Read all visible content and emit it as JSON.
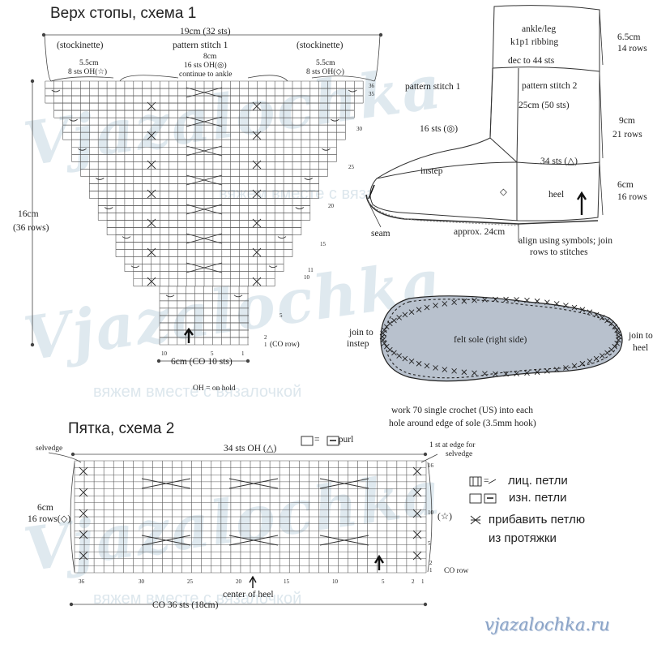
{
  "watermark": {
    "brand": "Vjazalochka",
    "tagline": "вяжем вместе с вязалочкой"
  },
  "chart1": {
    "title": "Верх стопы, схема 1",
    "width_label": "19cm (32 sts)",
    "left_section": {
      "name": "(stockinette)",
      "size": "5.5cm",
      "sts": "8 sts OH(☆)"
    },
    "middle_section": {
      "name": "pattern stitch 1",
      "size": "8cm",
      "sts": "16 sts OH(◎)",
      "note": "continue to ankle"
    },
    "right_section": {
      "name": "(stockinette)",
      "size": "5.5cm",
      "sts": "8 sts OH(◇)"
    },
    "height_label": "16cm",
    "height_rows": "(36 rows)",
    "row_numbers": [
      "36",
      "35",
      "30",
      "25",
      "20",
      "15",
      "11",
      "10",
      "5",
      "2",
      "1"
    ],
    "co_row_label": "(CO row)",
    "bottom_numbers": [
      "10",
      "5",
      "1"
    ],
    "bottom_width": "6cm (CO 10 sts)",
    "oh_legend": "OH = on hold"
  },
  "boot": {
    "ankle": "ankle/leg",
    "ribbing": "k1p1 ribbing",
    "dec": "dec to 44 sts",
    "top_size": "6.5cm",
    "top_rows": "14 rows",
    "ps1": "pattern stitch 1",
    "ps2": "pattern stitch 2",
    "circ": "25cm (50 sts)",
    "mid_size": "9cm",
    "mid_rows": "21 rows",
    "sts16": "16 sts (◎)",
    "sts34": "34 sts (△)",
    "instep": "instep",
    "heel": "heel",
    "heel_size": "6cm",
    "heel_rows": "16 rows",
    "seam": "seam",
    "length": "approx. 24cm",
    "align1": "align using symbols; join",
    "align2": "rows to stitches",
    "diamond": "◇"
  },
  "sole": {
    "center": "felt sole (right side)",
    "left1": "join to",
    "left2": "instep",
    "right1": "join to",
    "right2": "heel",
    "note1": "work 70 single crochet (US) into each",
    "note2": "hole around edge of sole (3.5mm hook)"
  },
  "chart2": {
    "title": "Пятка, схема 2",
    "purl_legend": "purl",
    "top_label": "34 sts OH (△)",
    "selvedge": "selvedge",
    "edge1": "1 st at edge for",
    "edge2": "selvedge",
    "height1": "6cm",
    "height2": "16 rows(◇)",
    "star": "(☆)",
    "row_numbers": [
      "16",
      "10",
      "5",
      "2",
      "1"
    ],
    "co_row": "CO row",
    "bottom_numbers": [
      "36",
      "30",
      "25",
      "20",
      "15",
      "10",
      "5",
      "2",
      "1"
    ],
    "center": "center of heel",
    "co_width": "CO 36 sts (18cm)"
  },
  "legend": {
    "knit": "лиц. петли",
    "purl": "изн. петли",
    "inc1": "прибавить петлю",
    "inc2": "из протяжки"
  },
  "site": "vjazalochka.ru"
}
